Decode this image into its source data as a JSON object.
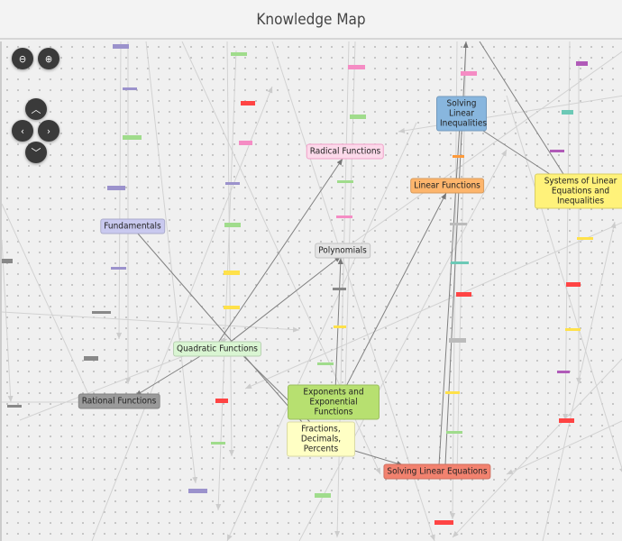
{
  "header": {
    "title": "Knowledge Map"
  },
  "controls": [
    {
      "name": "zoom-out",
      "icon": "zoom-out-icon"
    },
    {
      "name": "zoom-in",
      "icon": "zoom-in-icon"
    },
    {
      "name": "pan-up",
      "icon": "chevron-up-icon"
    },
    {
      "name": "pan-left",
      "icon": "chevron-left-icon"
    },
    {
      "name": "pan-right",
      "icon": "chevron-right-icon"
    },
    {
      "name": "pan-down",
      "icon": "chevron-down-icon"
    }
  ],
  "nodes": [
    {
      "label": "Fundamentals",
      "color": "#c9c9ef"
    },
    {
      "label": "Radical Functions",
      "color": "#fcd9ea"
    },
    {
      "label": "Polynomials",
      "color": "#e4e4e4"
    },
    {
      "label": "Solving Linear Inequalities",
      "color": "#88b6de"
    },
    {
      "label": "Linear Functions",
      "color": "#fdb56c"
    },
    {
      "label": "Systems of Linear Equations and Inequalities",
      "color": "#fff27a"
    },
    {
      "label": "Quadratic Functions",
      "color": "#d9f5d2"
    },
    {
      "label": "Rational Functions",
      "color": "#9a9a9a"
    },
    {
      "label": "Exponents and Exponential Functions",
      "color": "#b7e070"
    },
    {
      "label": "Fractions, Decimals, Percents",
      "color": "#ffffc4"
    },
    {
      "label": "Solving Linear Equations",
      "color": "#f2826f"
    }
  ]
}
